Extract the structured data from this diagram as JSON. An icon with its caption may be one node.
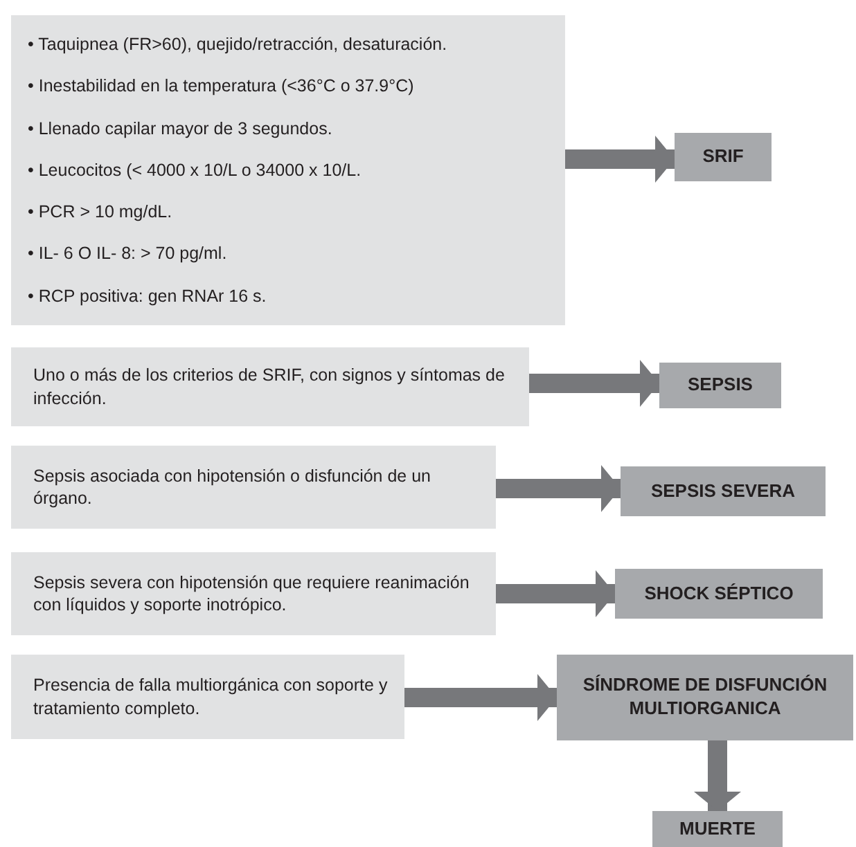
{
  "diagram": {
    "nodes": [
      {
        "text": [
          "• Taquipnea (FR>60), quejido/retracción, desaturación.",
          "• Inestabilidad en la temperatura (<36°C o 37.9°C)",
          "• Llenado capilar mayor de 3 segundos.",
          "• Leucocitos (< 4000 x 10/L o 34000 x 10/L.",
          "• PCR > 10 mg/dL.",
          "• IL- 6 O IL- 8: > 70 pg/ml.",
          "• RCP positiva: gen RNAr 16 s."
        ]
      },
      {
        "text": [
          "SRIF"
        ]
      },
      {
        "text": [
          "Uno o más de los criterios de SRIF, con signos y síntomas de infección."
        ]
      },
      {
        "text": [
          "SEPSIS"
        ]
      },
      {
        "text": [
          "Sepsis asociada con hipotensión o disfunción de un órgano."
        ]
      },
      {
        "text": [
          "SEPSIS SEVERA"
        ]
      },
      {
        "text": [
          "Sepsis severa con hipotensión que requiere reanimación con líquidos y soporte inotrópico."
        ]
      },
      {
        "text": [
          "SHOCK SÉPTICO"
        ]
      },
      {
        "text": [
          "Presencia de falla multiorgánica con soporte y tratamiento completo."
        ]
      },
      {
        "text": [
          "SÍNDROME DE DISFUNCIÓN MULTIORGANICA"
        ]
      },
      {
        "text": [
          "MUERTE"
        ]
      }
    ],
    "edges": [
      {
        "from": 0,
        "to": 1,
        "arrow": "to"
      },
      {
        "from": 2,
        "to": 3,
        "arrow": "to"
      },
      {
        "from": 4,
        "to": 5,
        "arrow": "to"
      },
      {
        "from": 6,
        "to": 7,
        "arrow": "to"
      },
      {
        "from": 8,
        "to": 9,
        "arrow": "to"
      },
      {
        "from": 9,
        "to": 10,
        "arrow": "to"
      }
    ]
  }
}
